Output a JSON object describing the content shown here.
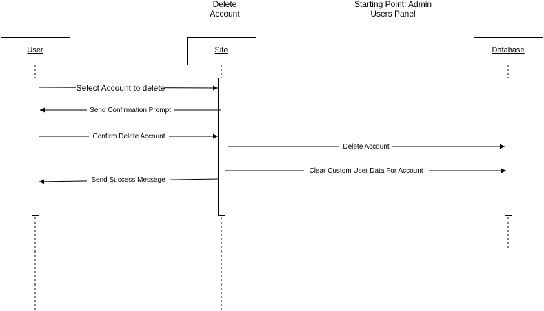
{
  "title": [
    "Delete",
    "Account"
  ],
  "starting_point": [
    "Starting Point: Admin",
    "Users Panel"
  ],
  "participants": [
    {
      "id": "user",
      "label": "User"
    },
    {
      "id": "site",
      "label": "Site"
    },
    {
      "id": "database",
      "label": "Database"
    }
  ],
  "messages": [
    {
      "label": "Select Account to delete",
      "from": "user",
      "to": "site"
    },
    {
      "label": "Send Confirmation Prompt",
      "from": "site",
      "to": "user"
    },
    {
      "label": "Confirm Delete Account",
      "from": "user",
      "to": "site"
    },
    {
      "label": "Delete Account",
      "from": "site",
      "to": "database"
    },
    {
      "label": "Clear Custom User Data For Account",
      "from": "site",
      "to": "database"
    },
    {
      "label": "Send Success Message",
      "from": "site",
      "to": "user"
    }
  ]
}
